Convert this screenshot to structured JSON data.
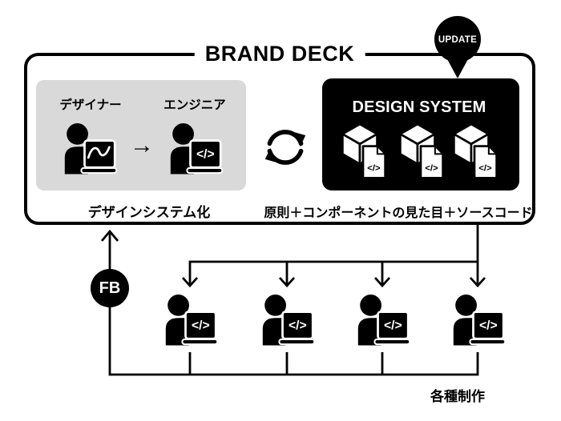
{
  "diagram": {
    "title": "BRAND DECK",
    "update_label": "UPDATE",
    "fb_label": "FB",
    "arrow_glyph": "→",
    "code_glyph": "</>",
    "workflow_panel": {
      "designer_label": "デザイナー",
      "engineer_label": "エンジニア",
      "caption": "デザインシステム化"
    },
    "design_system_panel": {
      "title": "DESIGN SYSTEM",
      "caption": "原則＋コンポーネントの見た目＋ソースコード"
    },
    "production_caption": "各種制作",
    "colors": {
      "ink": "#000000",
      "paper": "#ffffff",
      "panel_gray": "#d9d9d9"
    }
  }
}
